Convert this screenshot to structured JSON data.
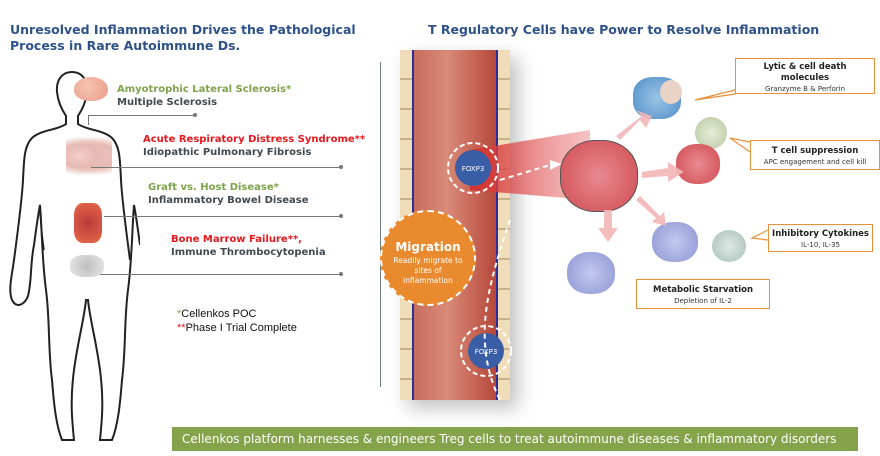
{
  "left": {
    "title_line1": "Unresolved Inflammation Drives the Pathological",
    "title_line2": "Process in Rare Autoimmune Ds.",
    "diseases": [
      {
        "organ": "brain",
        "primary": "Amyotrophic Lateral Sclerosis*",
        "primary_color": "green",
        "secondary": "Multiple Sclerosis"
      },
      {
        "organ": "lungs",
        "primary": "Acute Respiratory Distress Syndrome**",
        "primary_color": "red",
        "secondary": "Idiopathic Pulmonary Fibrosis"
      },
      {
        "organ": "intestine",
        "primary": "Graft vs. Host Disease*",
        "primary_color": "green",
        "secondary": "Inflammatory Bowel Disease"
      },
      {
        "organ": "pelvis-bone-marrow",
        "primary": "Bone Marrow Failure**,",
        "primary_color": "red",
        "secondary": "Immune Thrombocytopenia"
      }
    ],
    "legend": [
      {
        "marker": "*",
        "marker_color": "green",
        "label": "Cellenkos POC"
      },
      {
        "marker": "**",
        "marker_color": "red",
        "label": "Phase I Trial Complete"
      }
    ]
  },
  "right": {
    "title": "T Regulatory Cells have Power to Resolve Inflammation",
    "cell_label": "FOXP3",
    "migration": {
      "title": "Migration",
      "text_line1": "Readily migrate to",
      "text_line2": "sites of",
      "text_line3": "inflammation"
    },
    "callouts": [
      {
        "id": "lytic",
        "title_line1": "Lytic & cell death",
        "title_line2": "molecules",
        "subtitle": "Granzyme B & Perforin"
      },
      {
        "id": "suppression",
        "title_line1": "T cell suppression",
        "subtitle": "APC engagement and cell kill"
      },
      {
        "id": "cytokines",
        "title_line1": "Inhibitory Cytokines",
        "subtitle": "IL-10, IL-35"
      },
      {
        "id": "starvation",
        "title_line1": "Metabolic Starvation",
        "subtitle": "Depletion of IL-2"
      }
    ]
  },
  "banner": {
    "text": "Cellenkos platform harnesses & engineers Treg cells to treat autoimmune diseases & inflammatory disorders"
  },
  "colors": {
    "title_blue": "#2e5287",
    "green": "#7ea34a",
    "red": "#e8161b",
    "orange": "#e8913a",
    "banner_green": "#84a34b"
  }
}
